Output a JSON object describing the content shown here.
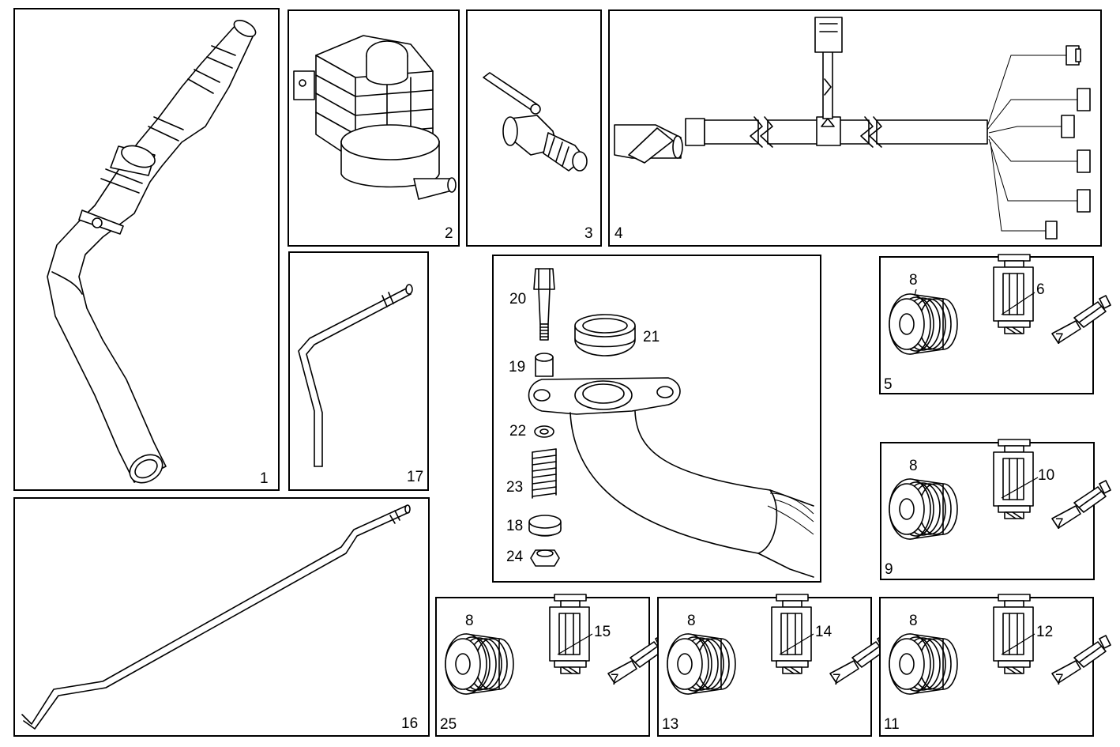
{
  "panels": {
    "p1": "1",
    "p2": "2",
    "p3": "3",
    "p4": "4",
    "p5": "5",
    "p9": "9",
    "p11": "11",
    "p13": "13",
    "p16": "16",
    "p17": "17",
    "p25": "25"
  },
  "callouts": {
    "c20": "20",
    "c21": "21",
    "c19": "19",
    "c22": "22",
    "c23": "23",
    "c18": "18",
    "c24": "24",
    "c5_8": "8",
    "c5_6": "6",
    "c5_7": "7",
    "c9_8": "8",
    "c9_10": "10",
    "c9_7": "7",
    "c25_8": "8",
    "c25_15": "15",
    "c25_7": "7",
    "c13_8": "8",
    "c13_14": "14",
    "c13_7": "7",
    "c11_8": "8",
    "c11_12": "12",
    "c11_7": "7"
  }
}
